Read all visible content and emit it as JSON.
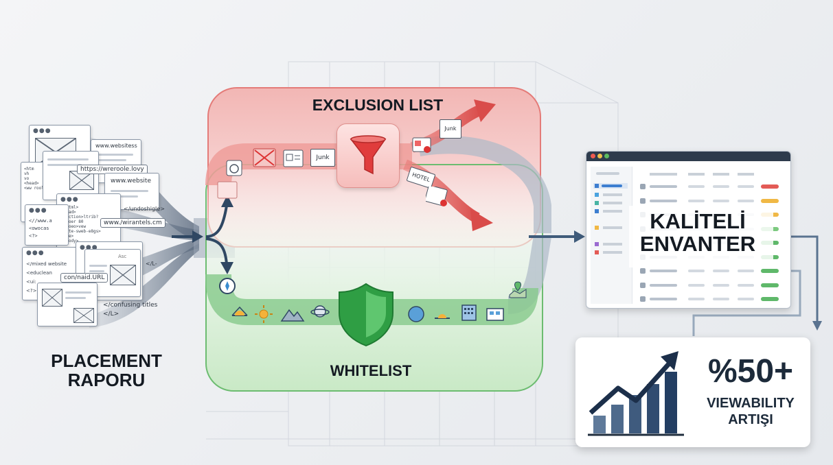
{
  "placement": {
    "title_line1": "PLACEMENT",
    "title_line2": "RAPORU"
  },
  "exclusion": {
    "title": "EXCLUSION LIST",
    "junk_label_1": "Junk",
    "junk_label_2": "Junk",
    "hotel_label": "HOTEL"
  },
  "whitelist": {
    "title": "WHITELIST"
  },
  "inventory": {
    "title_line1": "KALİTELİ",
    "title_line2": "ENVANTER"
  },
  "result": {
    "value": "%50+",
    "line1": "VIEWABILITY",
    "line2": "ARTIŞI"
  },
  "urls": {
    "u1": "www.websitess",
    "u2": "https://wreroole.lovy",
    "u3": "www.website",
    "u4": "www./wirantels.cm",
    "u5": "</undoshigle>",
    "u6": "con/naid.URL",
    "u7": "</confusing titles",
    "u8": "</L>",
    "u9": "</L-"
  },
  "docs": {
    "d1": "</html>\n<head>\n<section>ltrib?\n<acoer 80\n<acoeo>vew\n<tete-sweb-e8gs>\n</te>\n</body>",
    "d2": "<htm\nvh\nvo\n<head>\n<ww rooled>",
    "d3": "<//www.a\n<owocas\n<?>",
    "d4": "</mixed website\n<educlean\n<ui:\n<?>",
    "d5_label": "Asc"
  },
  "colors": {
    "exclusion": "#e46a6a",
    "whitelist": "#5fb86a",
    "accent_blue": "#3f5b7a",
    "funnel": "#e03c3c",
    "shield": "#38a84c"
  }
}
